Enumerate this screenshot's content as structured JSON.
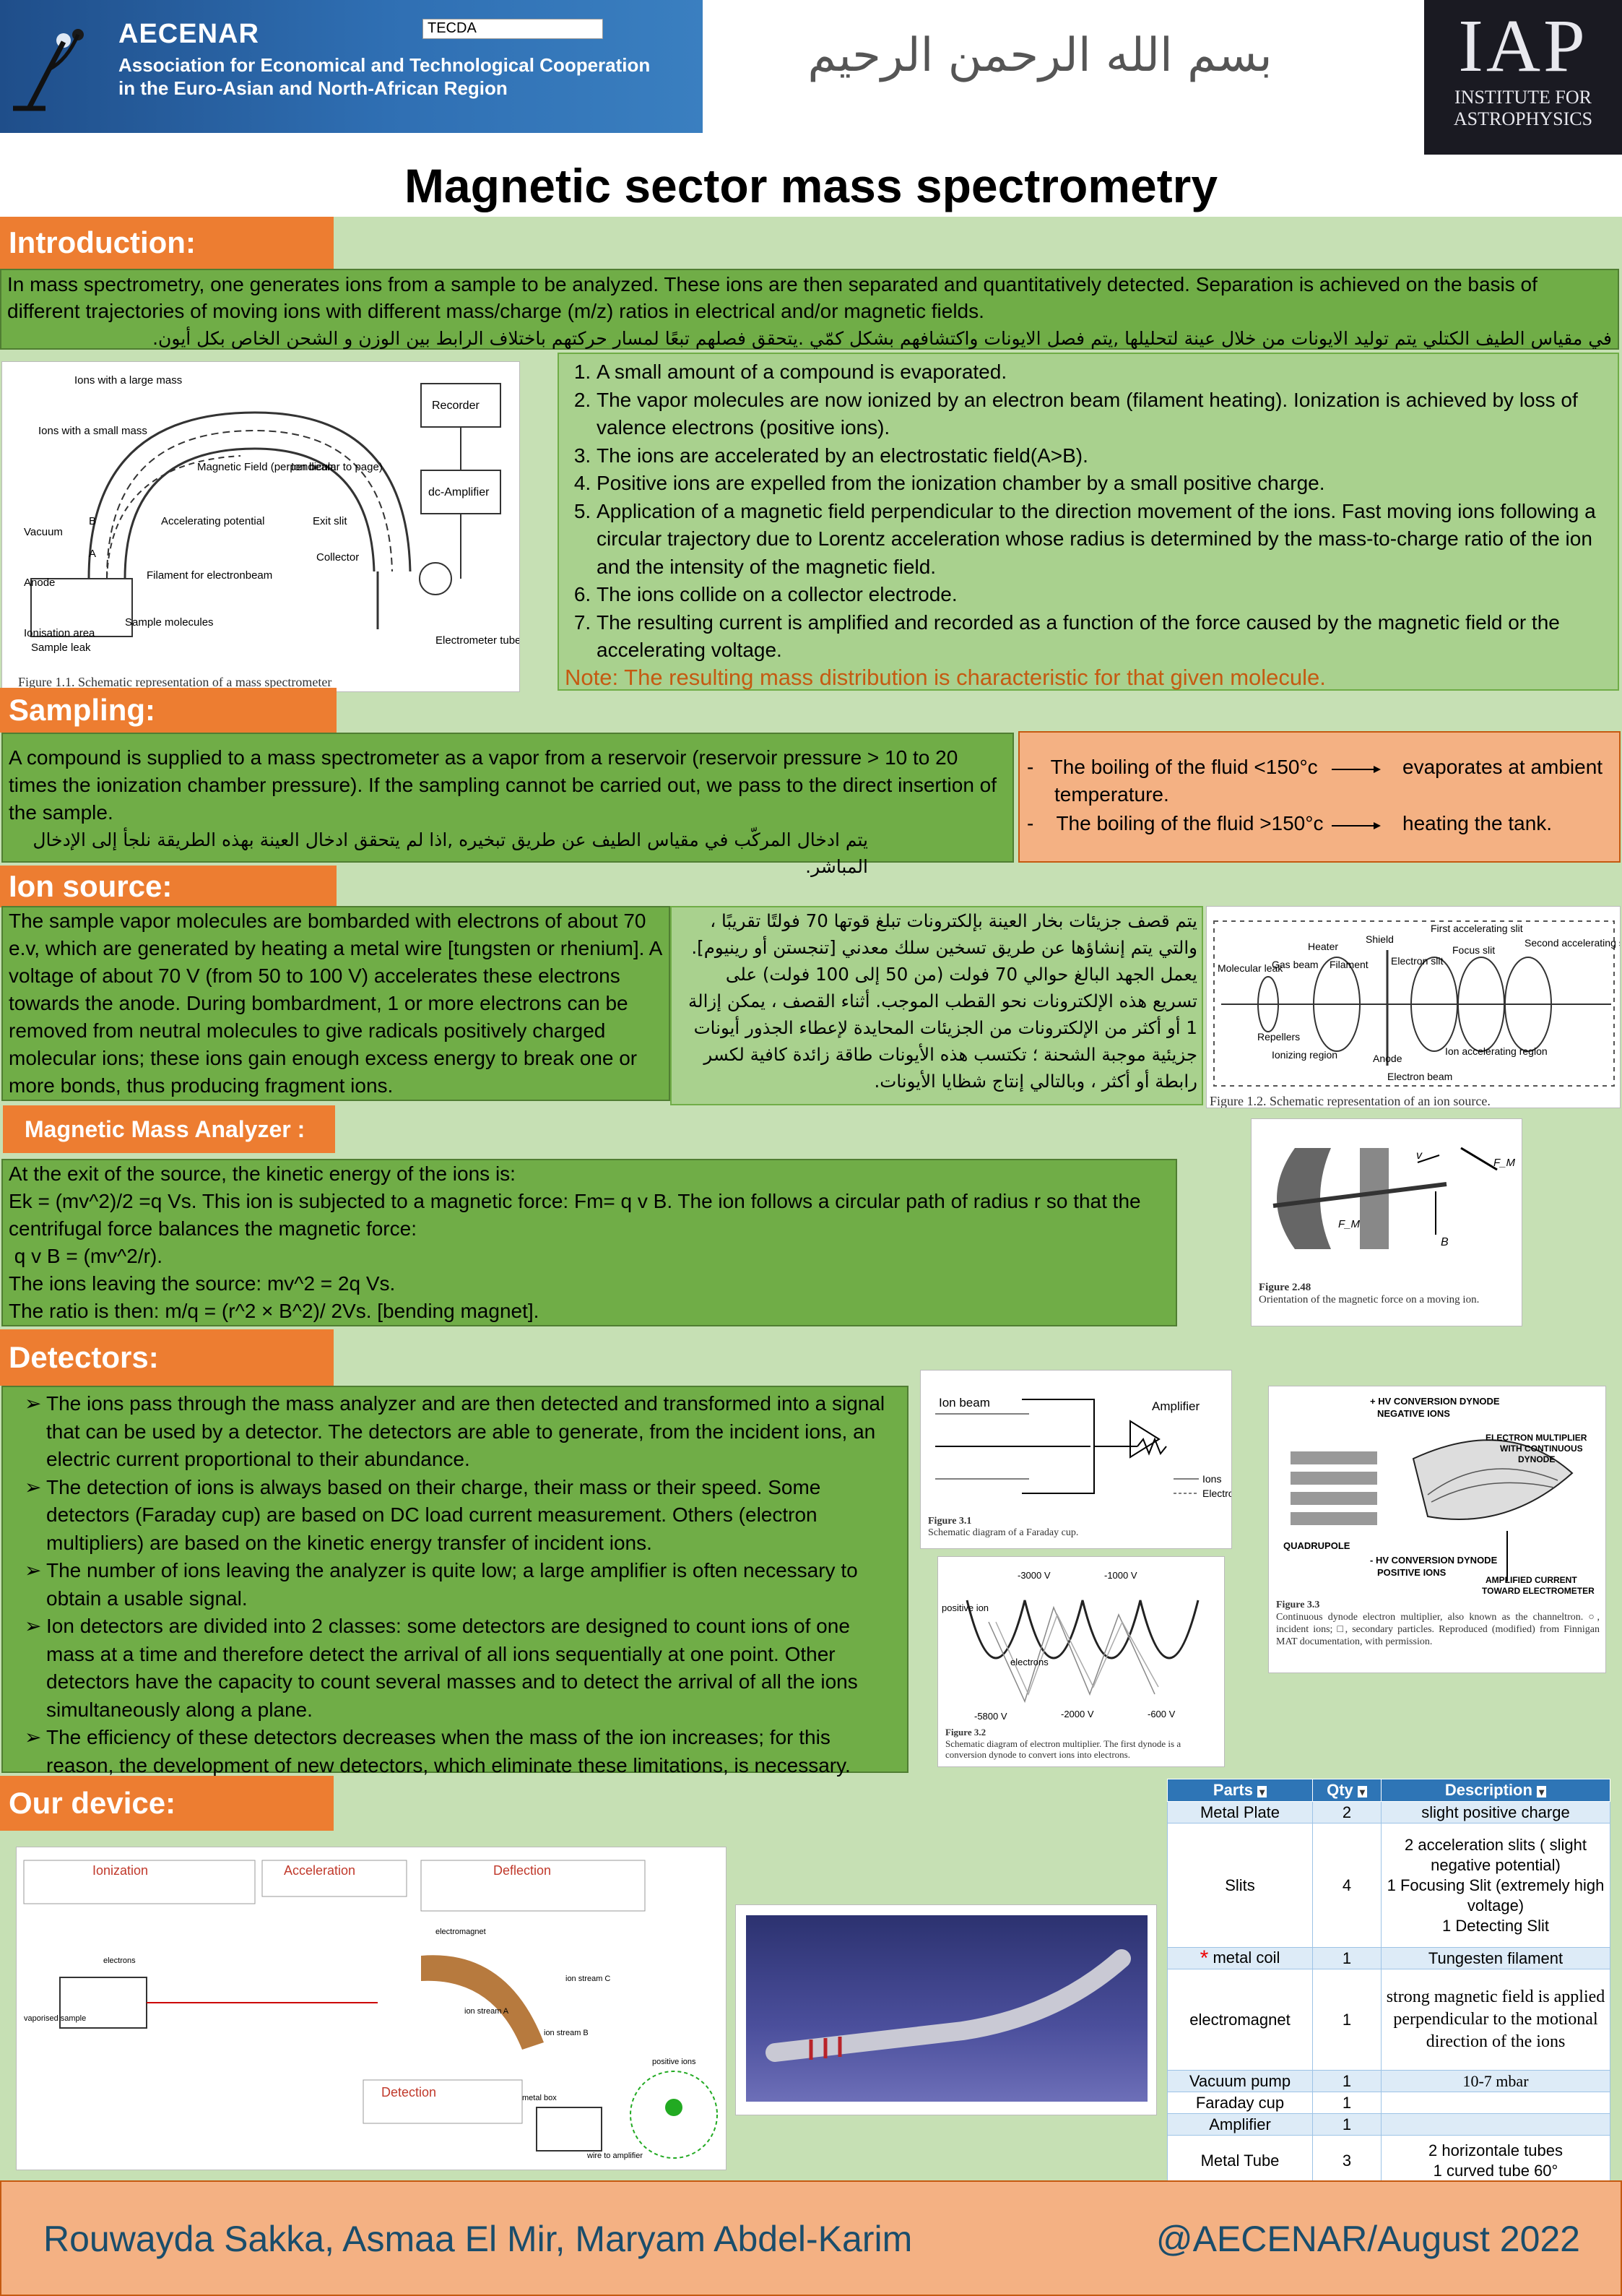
{
  "header": {
    "org_name": "AECENAR",
    "org_line1": "Association for Economical and Technological Cooperation",
    "org_line2": "in the Euro-Asian and North-African Region",
    "tecda": "TECDA",
    "bismillah": "بسم الله الرحمن الرحيم",
    "iap_logo": "IAP",
    "iap_sub1": "INSTITUTE FOR",
    "iap_sub2": "ASTROPHYSICS"
  },
  "title": "Magnetic sector mass spectrometry",
  "introduction": {
    "heading": "Introduction:",
    "text_en": "In mass spectrometry, one generates ions from a sample to be analyzed. These ions are then separated and quantitatively detected. Separation is achieved on the basis of different trajectories of moving ions with different mass/charge (m/z) ratios in electrical and/or magnetic fields.",
    "text_ar": "في مقياس الطيف الكتلي يتم توليد الايونات من خلال عينة لتحليلها ,يتم فصل الايونات واكتشافهم بشكل كمّي .يتحقق فصلهم تبعًا لمسار حركتهم باختلاف الرابط بين الوزن و الشحن الخاص بكل أيون.",
    "figure_caption": "Figure 1.1. Schematic representation of a mass spectrometer",
    "figure_labels": [
      "Ions with a large mass",
      "Ions with a small mass",
      "Magnetic Field (perpendicular to page)",
      "Ion beam",
      "Recorder",
      "dc-Amplifier",
      "Vacuum",
      "Accelerating potential",
      "Exit slit",
      "Collector",
      "Anode",
      "Filament for electronbeam",
      "Sample molecules",
      "Ionisation area",
      "Sample leak",
      "Electrometer tube",
      "B",
      "A"
    ],
    "steps": [
      "A small amount of a compound is evaporated.",
      "The vapor molecules are now ionized by an electron beam (filament heating). Ionization is achieved by loss of valence electrons (positive ions).",
      "The ions are accelerated by an electrostatic field(A>B).",
      "Positive ions are expelled from the ionization chamber by a small positive charge.",
      "Application of a magnetic field perpendicular to the direction movement of the ions. Fast moving ions following a circular trajectory due to Lorentz acceleration whose radius is determined by the mass-to-charge ratio of the ion and the intensity of the magnetic field.",
      "The ions collide on a collector electrode.",
      "The resulting current is amplified and recorded as a function of the force caused by the magnetic field or the accelerating voltage."
    ],
    "note": "Note: The resulting mass distribution is characteristic for that given molecule."
  },
  "sampling": {
    "heading": "Sampling:",
    "text_en": "A compound is supplied to a mass spectrometer as a vapor from a reservoir (reservoir pressure > 10 to 20 times the ionization chamber pressure).  If the sampling cannot be carried out, we pass to the direct insertion of the sample.",
    "text_ar": "يتم ادخال المركّب في مقياس الطيف عن طريق تبخيره ,اذا لم يتحقق ادخال العينة بهذه الطريقة نلجأ إلى الإدخال المباشر.",
    "bullet1_left": "The boiling of the fluid <150°c",
    "bullet1_right": "evaporates at ambient",
    "bullet1_cont": "temperature.",
    "bullet2_left": "The boiling of the fluid >150°c",
    "bullet2_right": "heating the tank."
  },
  "ion_source": {
    "heading": "Ion source:",
    "text_en": "The sample vapor molecules are bombarded with electrons of about 70 e.v, which are generated by heating a metal wire [tungsten or rhenium]. A voltage of about 70 V (from 50 to 100 V) accelerates these electrons towards the anode. During bombardment, 1 or more electrons can be removed from neutral molecules to give radicals positively charged molecular ions; these ions gain enough excess energy to break one or more bonds, thus producing fragment ions.",
    "text_ar": "يتم قصف جزيئات بخار العينة بإلكترونات تبلغ قوتها 70 فولتًا تقريبًا ، والتي يتم إنشاؤها عن طريق تسخين سلك معدني [تنجستن أو رينيوم]. يعمل الجهد البالغ حوالي 70 فولت (من 50 إلى 100 فولت) على تسريع هذه الإلكترونات نحو القطب الموجب.  أثناء القصف ، يمكن إزالة 1 أو أكثر من الإلكترونات من الجزيئات المحايدة لإعطاء الجذور أيونات جزيئية موجبة الشحنة ؛  تكتسب هذه الأيونات طاقة زائدة كافية لكسر رابطة أو أكثر ، وبالتالي إنتاج شظايا الأيونات.",
    "figure_caption": "Figure 1.2. Schematic representation of an ion source.",
    "figure_labels": [
      "Heater",
      "Shield",
      "First accelerating slit",
      "Focus slit",
      "Second accelerating slit",
      "Molecular leak",
      "Gas beam",
      "Filament",
      "Electron slit",
      "Repellers",
      "Ionizing region",
      "Anode",
      "Ion accelerating region",
      "Electron beam"
    ]
  },
  "analyzer": {
    "heading": "Magnetic Mass Analyzer :",
    "lines": [
      "At the exit of the source, the kinetic energy of the ions is:",
      "Ek = (mv^2)/2 =q Vs. This ion is subjected to a magnetic force: Fm= q v B. The ion follows a circular path of radius r so that the centrifugal force balances the magnetic force:",
      " q v B = (mv^2/r).",
      "The ions leaving the source: mv^2 = 2q Vs.",
      "The ratio is then: m/q = (r^2 × B^2)/ 2Vs. [bending magnet]."
    ],
    "figure_caption_title": "Figure 2.48",
    "figure_caption": "Orientation of the magnetic force on a moving ion.",
    "figure_labels": [
      "v",
      "B",
      "F_M",
      "F_M"
    ]
  },
  "detectors": {
    "heading": "Detectors:",
    "items": [
      " The ions pass through the mass analyzer and are then detected and transformed into a signal that can be used by a detector. The detectors are able to generate, from the incident ions, an electric current proportional to their abundance.",
      " The detection of ions is always based on their charge, their mass or their speed. Some detectors (Faraday cup) are based on DC load current measurement. Others (electron multipliers) are based on the kinetic energy transfer of incident ions.",
      "The number of ions leaving the analyzer is quite low; a large amplifier is often necessary to obtain a usable signal.",
      "Ion detectors are divided into 2 classes: some detectors are designed to count ions of one mass at a time and therefore detect the arrival of all ions sequentially at one point.  Other detectors have the capacity to count several masses and to detect the arrival of all the ions simultaneously along a plane.",
      " The efficiency of these detectors decreases when the mass of the ion increases; for this reason, the development of new detectors, which eliminate these limitations, is necessary."
    ],
    "fig31_caption_title": "Figure 3.1",
    "fig31_caption": "Schematic diagram of a Faraday cup.",
    "fig31_labels": [
      "Ion beam",
      "Amplifier",
      "Ions",
      "Electrons"
    ],
    "fig32_caption_title": "Figure 3.2",
    "fig32_caption": "Schematic diagram of electron multiplier. The first dynode is a conversion dynode to convert ions into electrons.",
    "fig32_labels": [
      "-3000 V",
      "-1000 V",
      "positive ion",
      "electrons",
      "-5800 V",
      "-2000 V",
      "-600 V"
    ],
    "fig33_caption_title": "Figure 3.3",
    "fig33_caption": "Continuous dynode electron multiplier, also known as the channeltron. ○, incident ions; □, secondary particles. Reproduced (modified) from Finnigan MAT documentation, with permission.",
    "fig33_labels": [
      "+ HV CONVERSION DYNODE",
      "NEGATIVE IONS",
      "ELECTRON MULTIPLIER",
      "WITH CONTINUOUS",
      "DYNODE",
      "QUADRUPOLE",
      "- HV CONVERSION DYNODE",
      "POSITIVE IONS",
      "AMPLIFIED CURRENT",
      "TOWARD ELECTROMETER"
    ]
  },
  "device": {
    "heading": "Our device:",
    "diagram_labels": [
      "Ionization",
      "Acceleration",
      "Deflection",
      "Detection",
      "electromagnet",
      "ion stream C",
      "ion stream A",
      "ion stream B",
      "metal box",
      "wire to amplifier",
      "positive ions",
      "electrons",
      "vaporised sample"
    ],
    "table": {
      "headers": [
        "Parts",
        "Qty",
        "Description"
      ],
      "rows": [
        {
          "part": "Metal Plate",
          "qty": "2",
          "desc": "slight positive charge"
        },
        {
          "part": "Slits",
          "qty": "4",
          "desc": "2 acceleration slits ( slight negative potential)\n1 Focusing Slit (extremely high voltage)\n1 Detecting Slit"
        },
        {
          "part": "metal coil",
          "qty": "1",
          "desc": "Tungesten filament",
          "mark": "*"
        },
        {
          "part": "electromagnet",
          "qty": "1",
          "desc": "strong magnetic field is applied perpendicular to the motional  direction of the ions"
        },
        {
          "part": "Vacuum pump",
          "qty": "1",
          "desc": "10-7 mbar"
        },
        {
          "part": "Faraday cup",
          "qty": "1",
          "desc": ""
        },
        {
          "part": "Amplifier",
          "qty": "1",
          "desc": ""
        },
        {
          "part": "Metal Tube",
          "qty": "3",
          "desc": "2 horizontale tubes\n1 curved tube 60°"
        }
      ]
    }
  },
  "footer": {
    "authors": "Rouwayda Sakka, Asmaa El Mir, Maryam Abdel-Karim",
    "date": "@AECENAR/August 2022"
  },
  "colors": {
    "section_heading": "#ed7d31",
    "green_box": "#70ad47",
    "light_green_box": "#a9d18e",
    "peach_box": "#f4b183",
    "page_background": "#c6e0b4",
    "table_header": "#2e75b6"
  }
}
